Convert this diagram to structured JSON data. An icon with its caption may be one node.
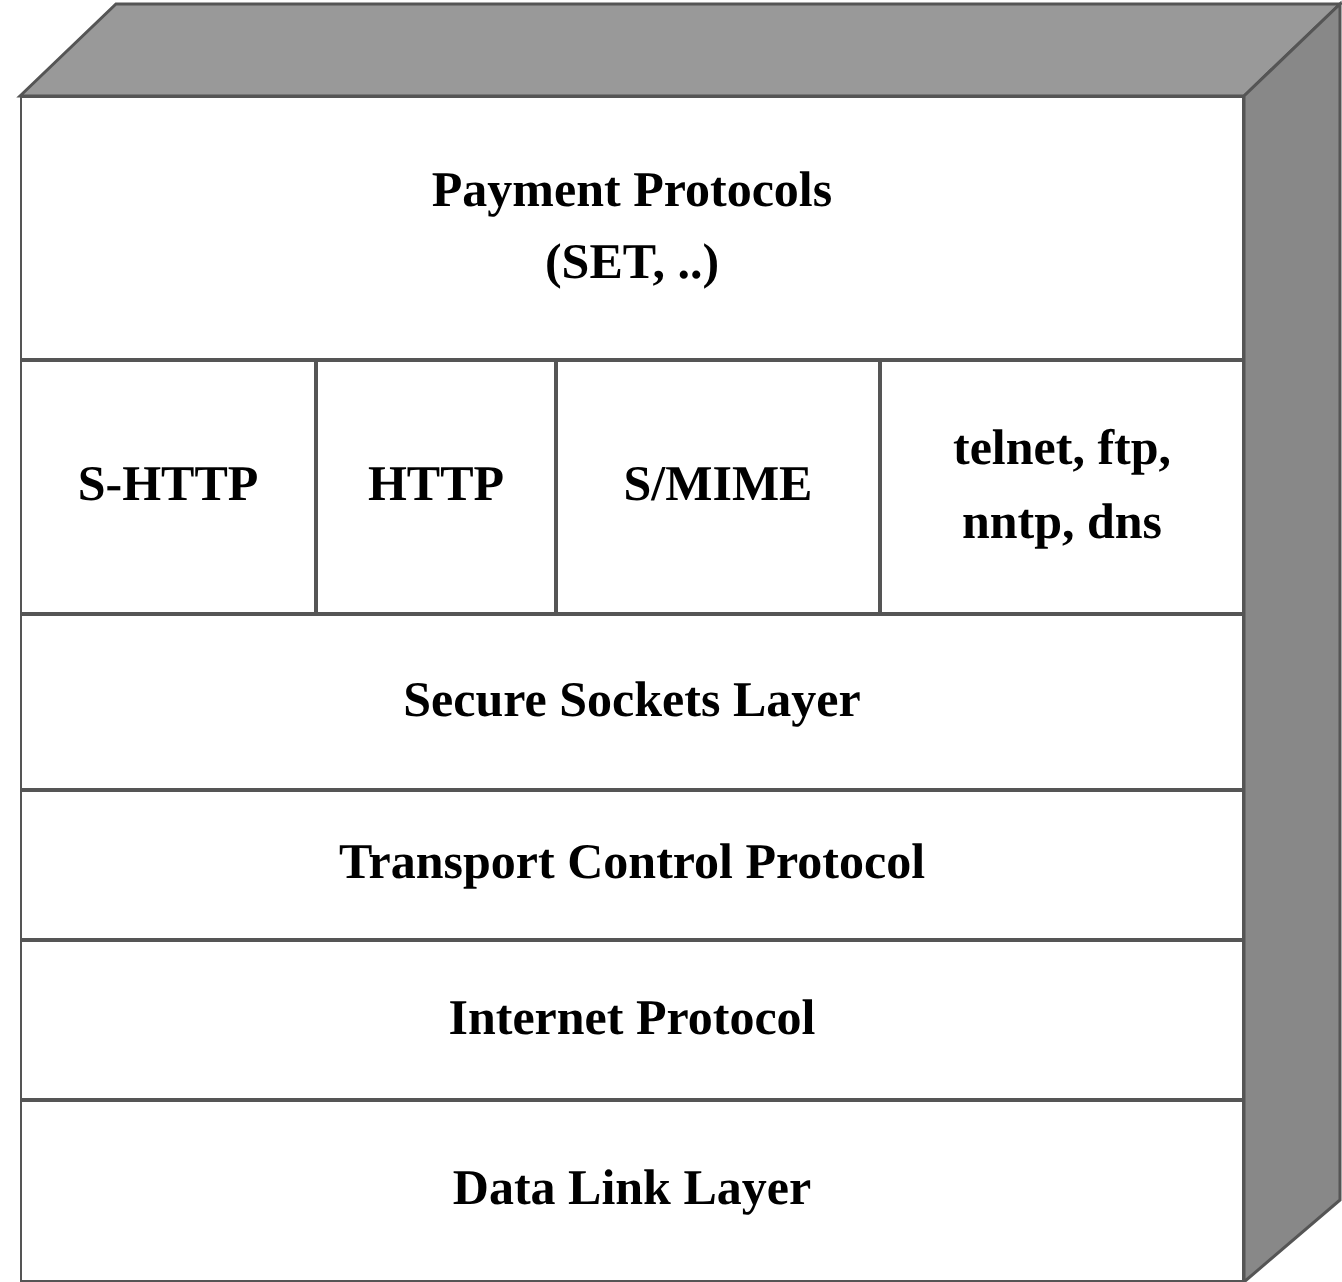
{
  "diagram": {
    "nodes": [
      {
        "text": [
          "Payment Protocols",
          "(SET, ..)"
        ]
      },
      {
        "text": [
          "S-HTTP"
        ]
      },
      {
        "text": [
          "HTTP"
        ]
      },
      {
        "text": [
          "S/MIME"
        ]
      },
      {
        "text": [
          "telnet, ftp, nntp, dns"
        ]
      },
      {
        "text": [
          "Secure Sockets Layer"
        ]
      },
      {
        "text": [
          "Transport Control Protocol"
        ]
      },
      {
        "text": [
          "Internet Protocol"
        ]
      },
      {
        "text": [
          "Data Link Layer"
        ]
      }
    ]
  }
}
